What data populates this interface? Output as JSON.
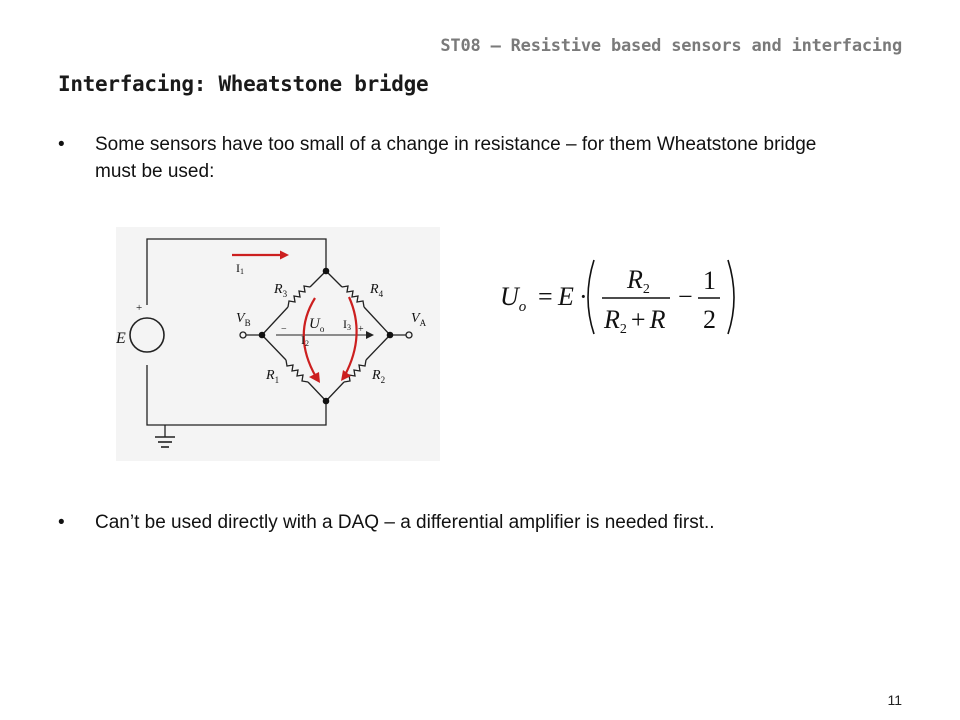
{
  "header": {
    "course_title": "ST08 – Resistive based sensors and interfacing",
    "slide_title": "Interfacing: Wheatstone bridge"
  },
  "bullets": [
    {
      "marker": "•",
      "text": "Some sensors have too small of a change in resistance – for them Wheatstone bridge must be used:"
    },
    {
      "marker": "•",
      "text": "Can’t be used directly with a DAQ – a differential amplifier is needed first.."
    }
  ],
  "circuit": {
    "source_label": "E",
    "plus": "+",
    "minus": "−",
    "resistors": {
      "r1": "R",
      "r1_sub": "1",
      "r2": "R",
      "r2_sub": "2",
      "r3": "R",
      "r3_sub": "3",
      "r4": "R",
      "r4_sub": "4"
    },
    "vb": "V",
    "vb_sub": "B",
    "va": "V",
    "va_sub": "A",
    "uo": "U",
    "uo_sub": "o",
    "currents": {
      "i1": "I",
      "i1_sub": "1",
      "i2": "I",
      "i2_sub": "2",
      "i3": "I",
      "i3_sub": "3"
    },
    "current_color": "#cc1f1f"
  },
  "formula": {
    "lhs": "U",
    "lhs_sub": "o",
    "eq": "=",
    "e": "E",
    "dot": "·",
    "num": "R",
    "num_sub": "2",
    "den_r": "R",
    "den_sub": "2",
    "den_plus": "+",
    "den_r2": "R",
    "minus": "−",
    "one": "1",
    "two": "2"
  },
  "footer": {
    "slide_number": "11"
  }
}
